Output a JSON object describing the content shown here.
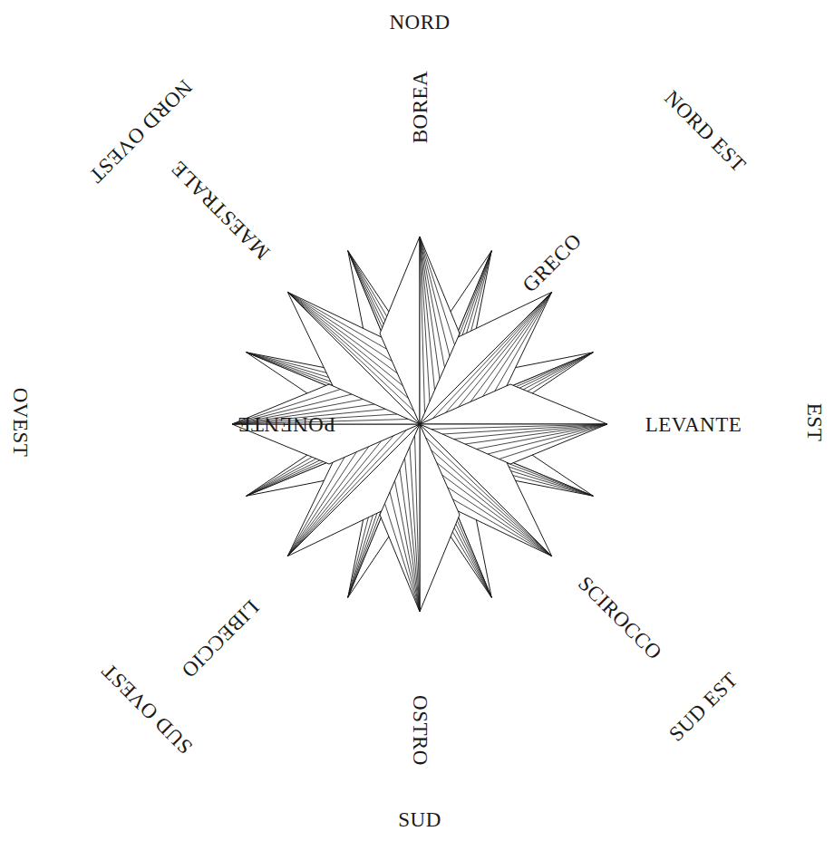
{
  "diagram": {
    "labels": [
      "NORD",
      "NORD OVEST",
      "BOREA",
      "NORD EST",
      "MAESTRALE",
      "GRECO",
      "OVEST",
      "PONENTE",
      "LEVANTE",
      "EST",
      "LIBECCIO",
      "SCIROCCO",
      "SUD OVEST",
      "OSTRO",
      "SUD EST",
      "SUD"
    ]
  }
}
